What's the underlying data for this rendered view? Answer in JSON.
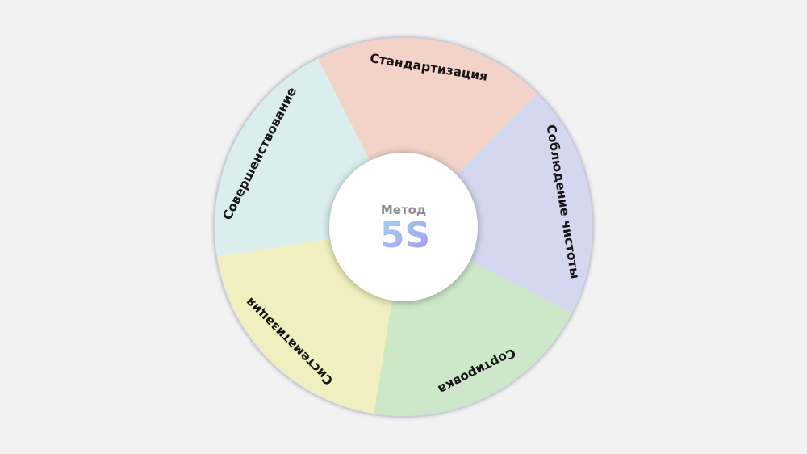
{
  "diagram": {
    "center": {
      "title": "Метод",
      "main": "5S"
    },
    "segments": [
      {
        "label": "Стандартизация",
        "color": "#f3d3c8"
      },
      {
        "label": "Соблюдение чистоты",
        "color": "#d4d8ef"
      },
      {
        "label": "Сортировка",
        "color": "#cde8c9"
      },
      {
        "label": "Систематизация",
        "color": "#f1efbf"
      },
      {
        "label": "Совершенствование",
        "color": "#dbeeee"
      }
    ],
    "colors": {
      "background": "#f2f2f2",
      "ring_border": "#c9ced9",
      "center_fill": "#ffffff",
      "center_title": "#8c8c8c",
      "gradient_start": "#9fd3f0",
      "gradient_end": "#a79af0"
    }
  }
}
